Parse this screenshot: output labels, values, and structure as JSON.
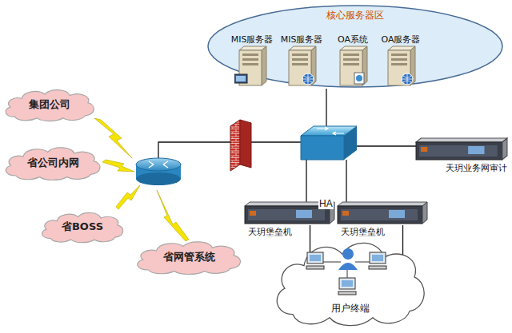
{
  "diagram": {
    "nodes": [
      {
        "text": [
          "核心服务器区"
        ]
      },
      {
        "text": [
          "MIS服务器"
        ],
        "in": 0
      },
      {
        "text": [
          "MIS服务器"
        ],
        "in": 0
      },
      {
        "text": [
          "OA系统"
        ],
        "in": 0
      },
      {
        "text": [
          "OA服务器"
        ],
        "in": 0
      },
      {
        "text": [
          "集团公司"
        ]
      },
      {
        "text": [
          "省公司内网"
        ]
      },
      {
        "text": [
          "省BOSS"
        ]
      },
      {
        "text": [
          "省网管系统"
        ]
      },
      {
        "text": [
          "天玥业务网审计"
        ]
      },
      {
        "text": [
          "天玥堡垒机"
        ]
      },
      {
        "text": [
          "天玥堡垒机"
        ]
      },
      {
        "text": [
          "用户终端"
        ]
      }
    ],
    "edges": [
      {
        "from": 10,
        "to": 12,
        "arrow": "none"
      },
      {
        "from": 11,
        "to": 12,
        "arrow": "none"
      }
    ],
    "labels": [
      "HA"
    ]
  }
}
